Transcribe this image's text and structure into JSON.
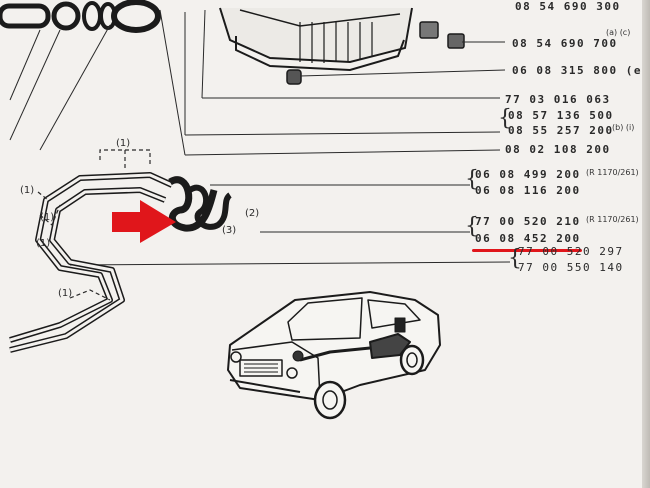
{
  "colors": {
    "paper": "#f3f1ee",
    "ink": "#2a2a2a",
    "highlight": "#e0161b"
  },
  "icons": {
    "arrow": "red-pointer-arrow-icon",
    "car": "sedan-car-illustration-icon",
    "tank": "fuel-tank-illustration-icon"
  },
  "part_numbers": {
    "top_cut": "08 54 690 300",
    "row1": "08 54 690 700",
    "row1_note": "(a) (c)",
    "row2": "06 08 315 800 (e)",
    "row3": "77 03 016 063",
    "row4": "08 57 136 500",
    "row5": "08 55 257 200",
    "row45_note": "(b) (i)",
    "row6": "08 02 108 200",
    "row7": "06 08 499 200",
    "row7_note": "(R 1170/261)",
    "row8": "06 08 116 200",
    "row9": "77 00 520 210",
    "row9_note": "(R 1170/261)",
    "row10": "06 08 452 200",
    "row11": "77 00 520 297",
    "row12": "77 00 550 140"
  },
  "callouts": {
    "c1a": "(1)",
    "c1b": "(1)",
    "c1c": "(1)",
    "c1d": "(1)",
    "c1e": "(1)",
    "c2": "(2)",
    "c3": "(3)"
  }
}
